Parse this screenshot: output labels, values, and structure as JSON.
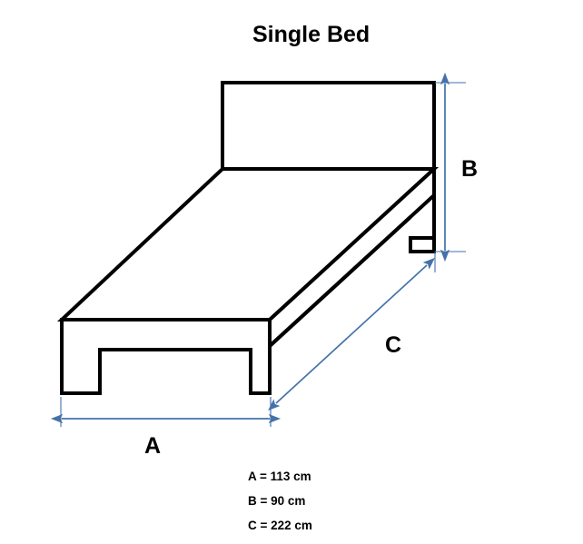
{
  "title": "Single Bed",
  "colors": {
    "outline": "#000000",
    "dimension_arrow": "#4472A8",
    "background": "#ffffff"
  },
  "dimension_labels": {
    "a": "A",
    "b": "B",
    "c": "C"
  },
  "legend": [
    {
      "id": "a",
      "text": "A = 113 cm",
      "letter": "A",
      "value": 113,
      "unit": "cm"
    },
    {
      "id": "b",
      "text": "B = 90 cm",
      "letter": "B",
      "value": 90,
      "unit": "cm"
    },
    {
      "id": "c",
      "text": "C = 222 cm",
      "letter": "C",
      "value": 222,
      "unit": "cm"
    }
  ],
  "measurements": {
    "width_a_cm": 113,
    "height_b_cm": 90,
    "length_c_cm": 222
  },
  "object": {
    "name": "single-bed",
    "parts": [
      "headboard",
      "mattress-platform",
      "footboard",
      "front-left-leg",
      "front-right-leg",
      "rear-leg"
    ]
  }
}
